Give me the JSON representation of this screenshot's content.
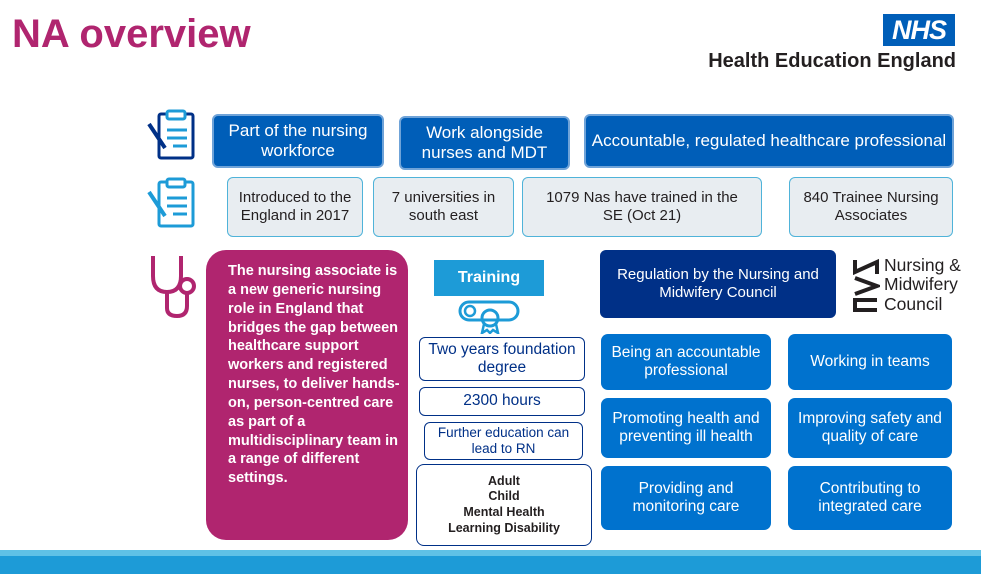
{
  "title": "NA overview",
  "nhs_logo": "NHS",
  "org_name": "Health Education England",
  "row1": [
    "Part of the nursing workforce",
    "Work alongside nurses and MDT",
    "Accountable, regulated healthcare professional"
  ],
  "row2": [
    "Introduced to the England in 2017",
    "7 universities in south east",
    "1079 Nas have trained in the SE (Oct  21)",
    "840 Trainee Nursing Associates"
  ],
  "description": "The nursing associate is a new generic nursing role in England that bridges the gap between healthcare support workers and registered nurses, to deliver hands-on, person-centred care as part of a multidisciplinary team in a range of different settings.",
  "training": {
    "label": "Training",
    "items": [
      "Two years foundation degree",
      "2300 hours",
      "Further education can lead to RN"
    ],
    "fields": [
      "Adult",
      "Child",
      "Mental Health",
      "Learning Disability"
    ]
  },
  "regulation": {
    "label": "Regulation by the Nursing and Midwifery Council",
    "nmc_logo_lines": [
      "Nursing &",
      "Midwifery",
      "Council"
    ]
  },
  "services": [
    "Being an accountable professional",
    "Working in teams",
    "Promoting health and preventing ill health",
    "Improving safety and quality of care",
    "Providing and monitoring care",
    "Contributing to integrated care"
  ],
  "colors": {
    "magenta": "#b0256f",
    "nhs_blue": "#005eb8",
    "dark_blue": "#003087",
    "light_blue": "#1d9bd7"
  },
  "icons": [
    "clipboard-icon",
    "clipboard-icon",
    "stethoscope-icon",
    "certificate-icon"
  ]
}
